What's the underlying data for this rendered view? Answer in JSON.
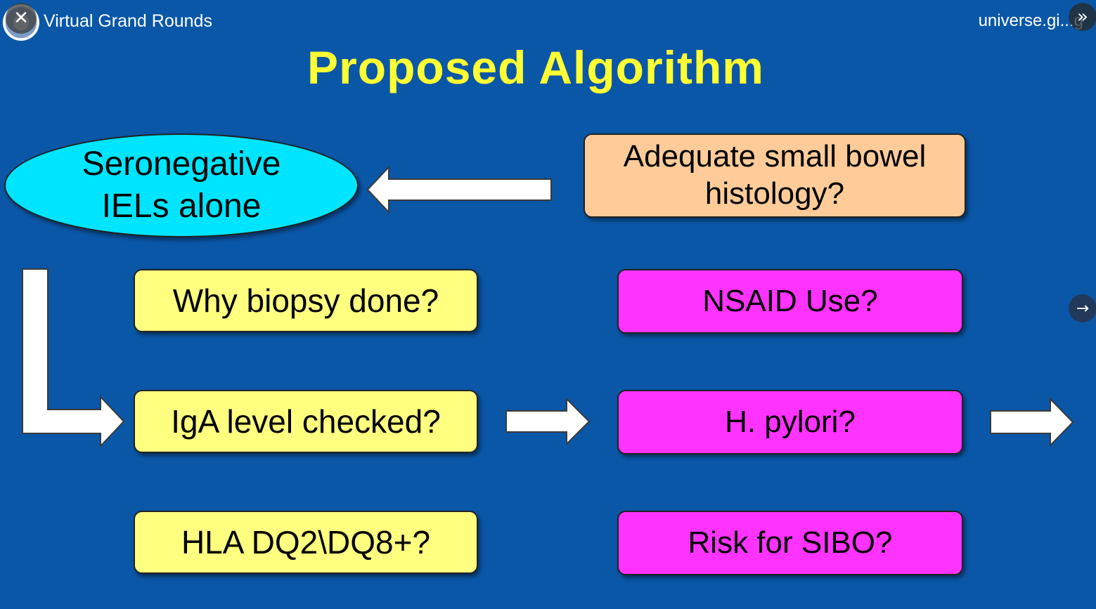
{
  "header": {
    "title": "Virtual Grand Rounds",
    "url": "universe.gi...g"
  },
  "controls": {
    "close_glyph": "✕",
    "expand_glyph": "»",
    "next_glyph": "→"
  },
  "slide": {
    "title": "Proposed Algorithm",
    "seronegative": {
      "line1": "Seronegative",
      "line2": "IELs alone"
    },
    "adequate": {
      "line1": "Adequate small bowel",
      "line2": "histology?"
    },
    "left_column": [
      "Why biopsy done?",
      "IgA level checked?",
      "HLA DQ2\\DQ8+?"
    ],
    "right_column": [
      "NSAID Use?",
      "H. pylori?",
      "Risk for SIBO?"
    ]
  },
  "colors": {
    "background": "#0a57a8",
    "title": "#ffff33",
    "yellow_box": "#ffff80",
    "magenta_box": "#ff33ff",
    "peach_box": "#ffcc99",
    "cyan_ellipse": "#00e5ff"
  },
  "icons": {
    "logo": "grand-rounds-logo",
    "close": "close-icon",
    "expand": "double-chevron-right-icon",
    "next": "arrow-right-icon"
  }
}
